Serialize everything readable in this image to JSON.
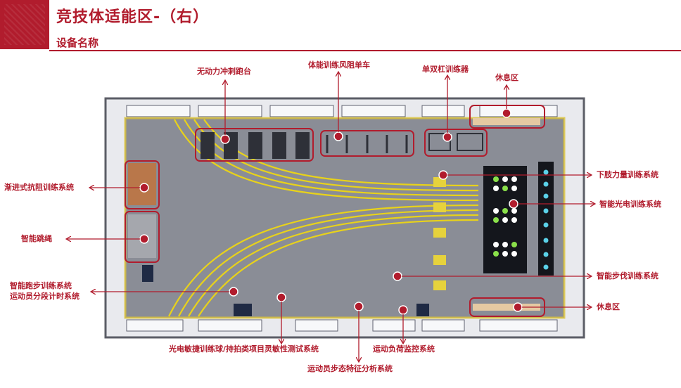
{
  "header": {
    "title": "竞技体适能区-（右）",
    "subtitle": "设备名称"
  },
  "labels": {
    "top_treadmill": "无动力冲刺跑台",
    "top_bike": "体能训练风阻单车",
    "top_bars": "单双杠训练器",
    "top_rest": "休息区",
    "left_resist": "渐进式抗阻训练系统",
    "left_rope": "智能跳绳",
    "left_run_1": "智能跑步训练系统",
    "left_run_2": "运动员分段计时系统",
    "right_leg": "下肢力量训练系统",
    "right_light": "智能光电训练系统",
    "right_lunge": "智能步伐训练系统",
    "right_rest": "休息区",
    "bottom_agility": "光电敏捷训练球/持拍类项目灵敏性测试系统",
    "bottom_load": "运动负荷监控系统",
    "bottom_gait": "运动员步态特征分析系统"
  },
  "colors": {
    "accent": "#b11c2d",
    "floor": "#8a8d96",
    "lane": "#e8d21a"
  }
}
